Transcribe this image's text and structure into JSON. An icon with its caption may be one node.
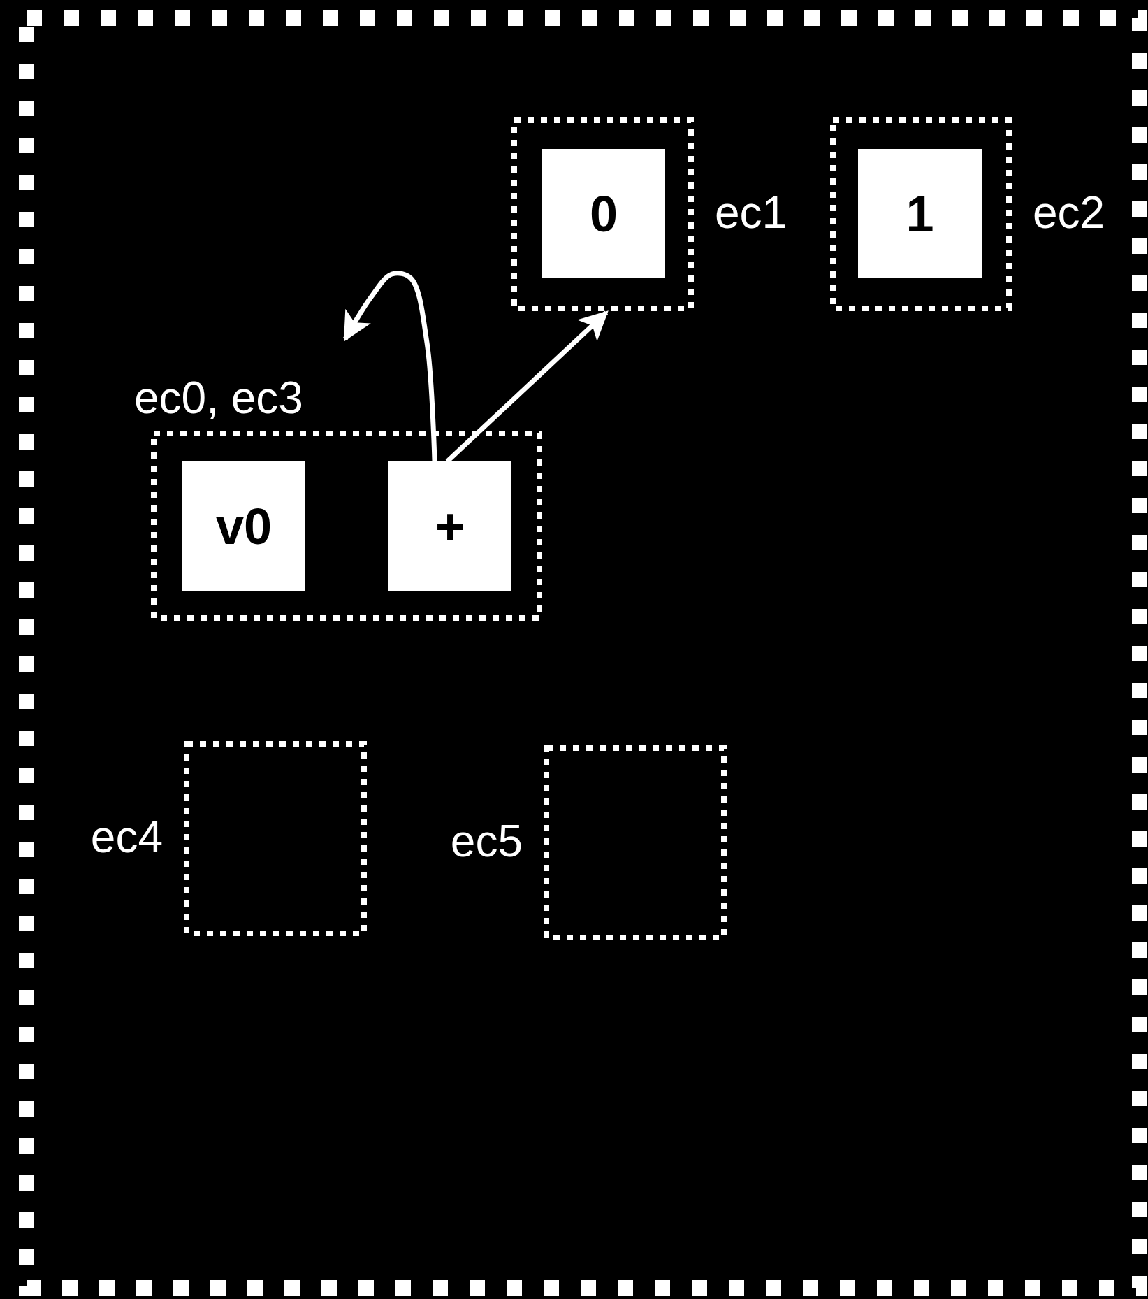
{
  "diagram": {
    "nodes": [
      {
        "text": [],
        "shape": "box"
      },
      {
        "text": [],
        "shape": "box",
        "in": 0,
        "beside": [
          "ec1"
        ]
      },
      {
        "text": [
          "0"
        ],
        "in": 1
      },
      {
        "text": [],
        "shape": "box",
        "in": 0,
        "beside": [
          "ec2"
        ]
      },
      {
        "text": [
          "1"
        ],
        "in": 3
      },
      {
        "text": [
          "ec0, ec3"
        ],
        "in": 0
      },
      {
        "text": [
          "v0"
        ],
        "in": 5
      },
      {
        "text": [
          "+"
        ],
        "in": 5
      },
      {
        "text": [],
        "shape": "box",
        "in": 0,
        "beside": [
          "ec4"
        ]
      },
      {
        "text": [],
        "shape": "box",
        "in": 0,
        "beside": [
          "ec5"
        ]
      }
    ],
    "edges": [
      {
        "from": 7,
        "to": 1,
        "arrow": "to"
      },
      {
        "from": 7,
        "to": null,
        "arrow": "to"
      }
    ]
  }
}
